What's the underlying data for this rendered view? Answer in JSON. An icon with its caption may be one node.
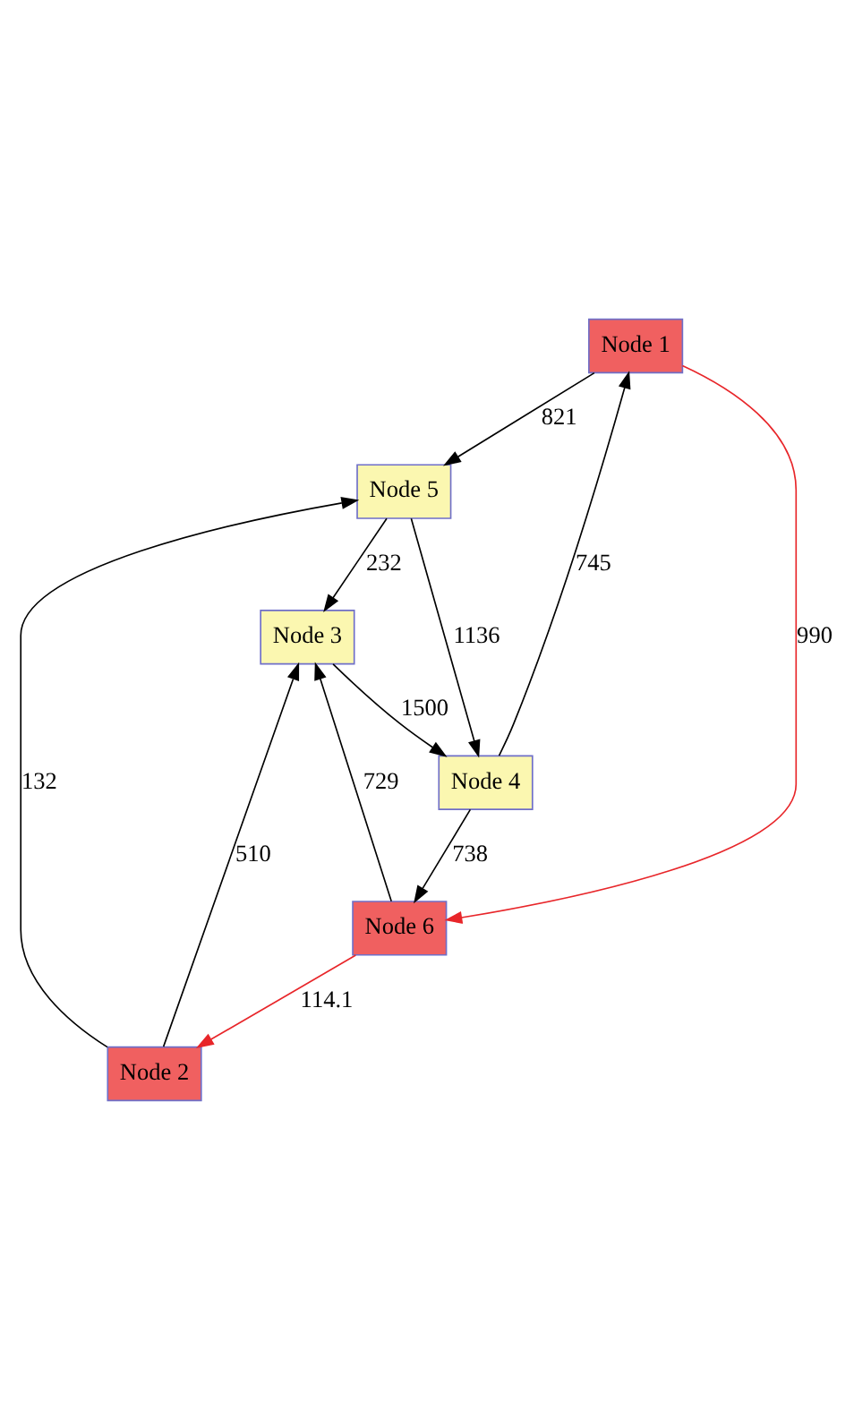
{
  "diagram": {
    "nodes": [
      {
        "text": [
          "Node 1"
        ]
      },
      {
        "text": [
          "Node 5"
        ]
      },
      {
        "text": [
          "Node 3"
        ]
      },
      {
        "text": [
          "Node 4"
        ]
      },
      {
        "text": [
          "Node 6"
        ]
      },
      {
        "text": [
          "Node 2"
        ]
      }
    ],
    "edges": [
      {
        "from": 0,
        "to": 1,
        "arrow": "to",
        "label": "821"
      },
      {
        "from": 1,
        "to": 2,
        "arrow": "to",
        "label": "232"
      },
      {
        "from": 1,
        "to": 3,
        "arrow": "to",
        "label": "1136"
      },
      {
        "from": 3,
        "to": 0,
        "arrow": "to",
        "label": "745"
      },
      {
        "from": 2,
        "to": 3,
        "arrow": "to",
        "label": "1500"
      },
      {
        "from": 0,
        "to": 4,
        "arrow": "to",
        "label": "990",
        "color": "#e8262a"
      },
      {
        "from": 3,
        "to": 4,
        "arrow": "to",
        "label": "738"
      },
      {
        "from": 4,
        "to": 2,
        "arrow": "to",
        "label": "729"
      },
      {
        "from": 5,
        "to": 2,
        "arrow": "to",
        "label": "510"
      },
      {
        "from": 5,
        "to": 1,
        "arrow": "to",
        "label": "132"
      },
      {
        "from": 4,
        "to": 5,
        "arrow": "to",
        "label": "114.1",
        "color": "#e8262a"
      }
    ]
  }
}
